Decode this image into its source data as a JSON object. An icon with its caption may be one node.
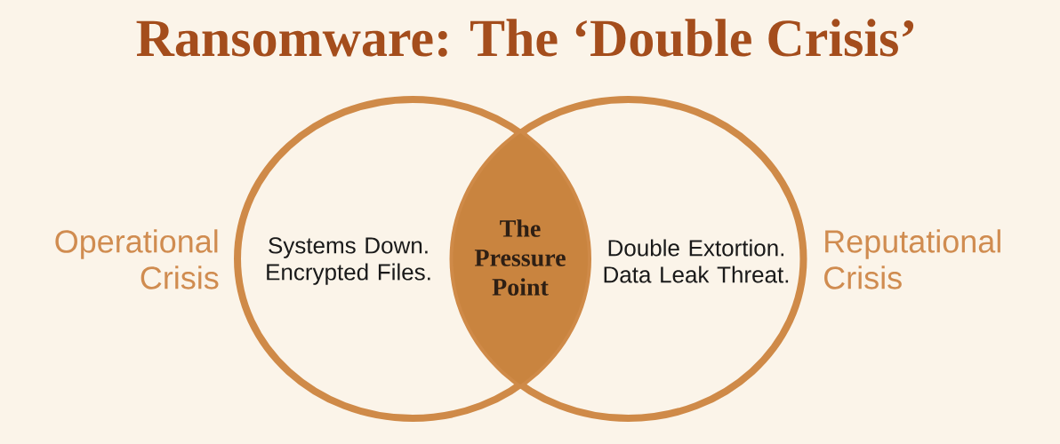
{
  "diagram": {
    "title": "Ransomware: The ‘Double Crisis’",
    "nodes": [
      {
        "text": [
          "Operational Crisis",
          "Systems Down. Encrypted Files."
        ]
      },
      {
        "text": [
          "Double Extortion. Data Leak Threat.",
          "Reputational Crisis"
        ]
      },
      {
        "text": [
          "The Pressure Point"
        ]
      }
    ]
  }
}
